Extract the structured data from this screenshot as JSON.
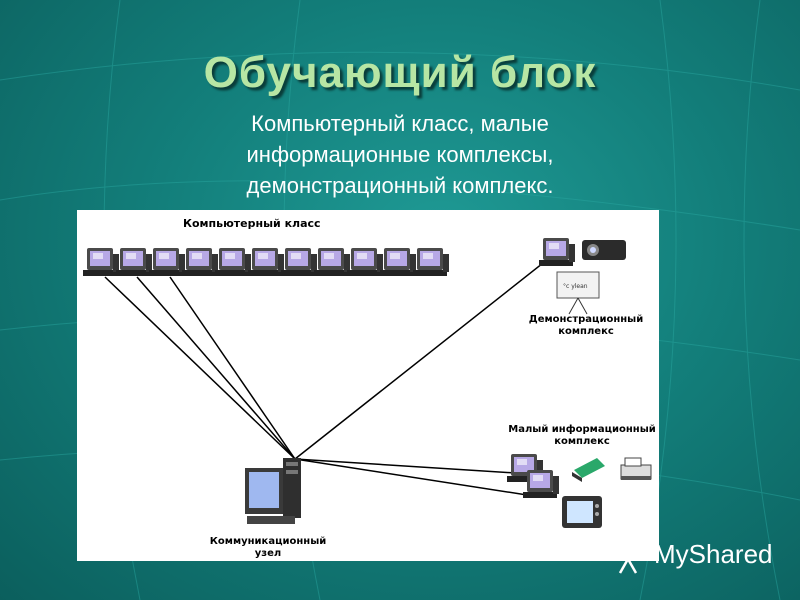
{
  "slide": {
    "title": "Обучающий блок",
    "subtitle_lines": [
      "Компьютерный класс, малые",
      "информационные комплексы,",
      "демонстрационный комплекс."
    ]
  },
  "diagram": {
    "computer_class_label": "Компьютерный класс",
    "demo_label_lines": [
      "Демонстрационный",
      "комплекс"
    ],
    "small_info_label_lines": [
      "Малый информационный",
      "комплекс"
    ],
    "comm_node_label_lines": [
      "Коммуникационный",
      "узел"
    ],
    "screen_caption": "°c ylean"
  },
  "brand": {
    "name": "MyShared"
  },
  "colors": {
    "title": "#b7e6a4",
    "background": "#137f7b",
    "panel": "#ffffff"
  }
}
